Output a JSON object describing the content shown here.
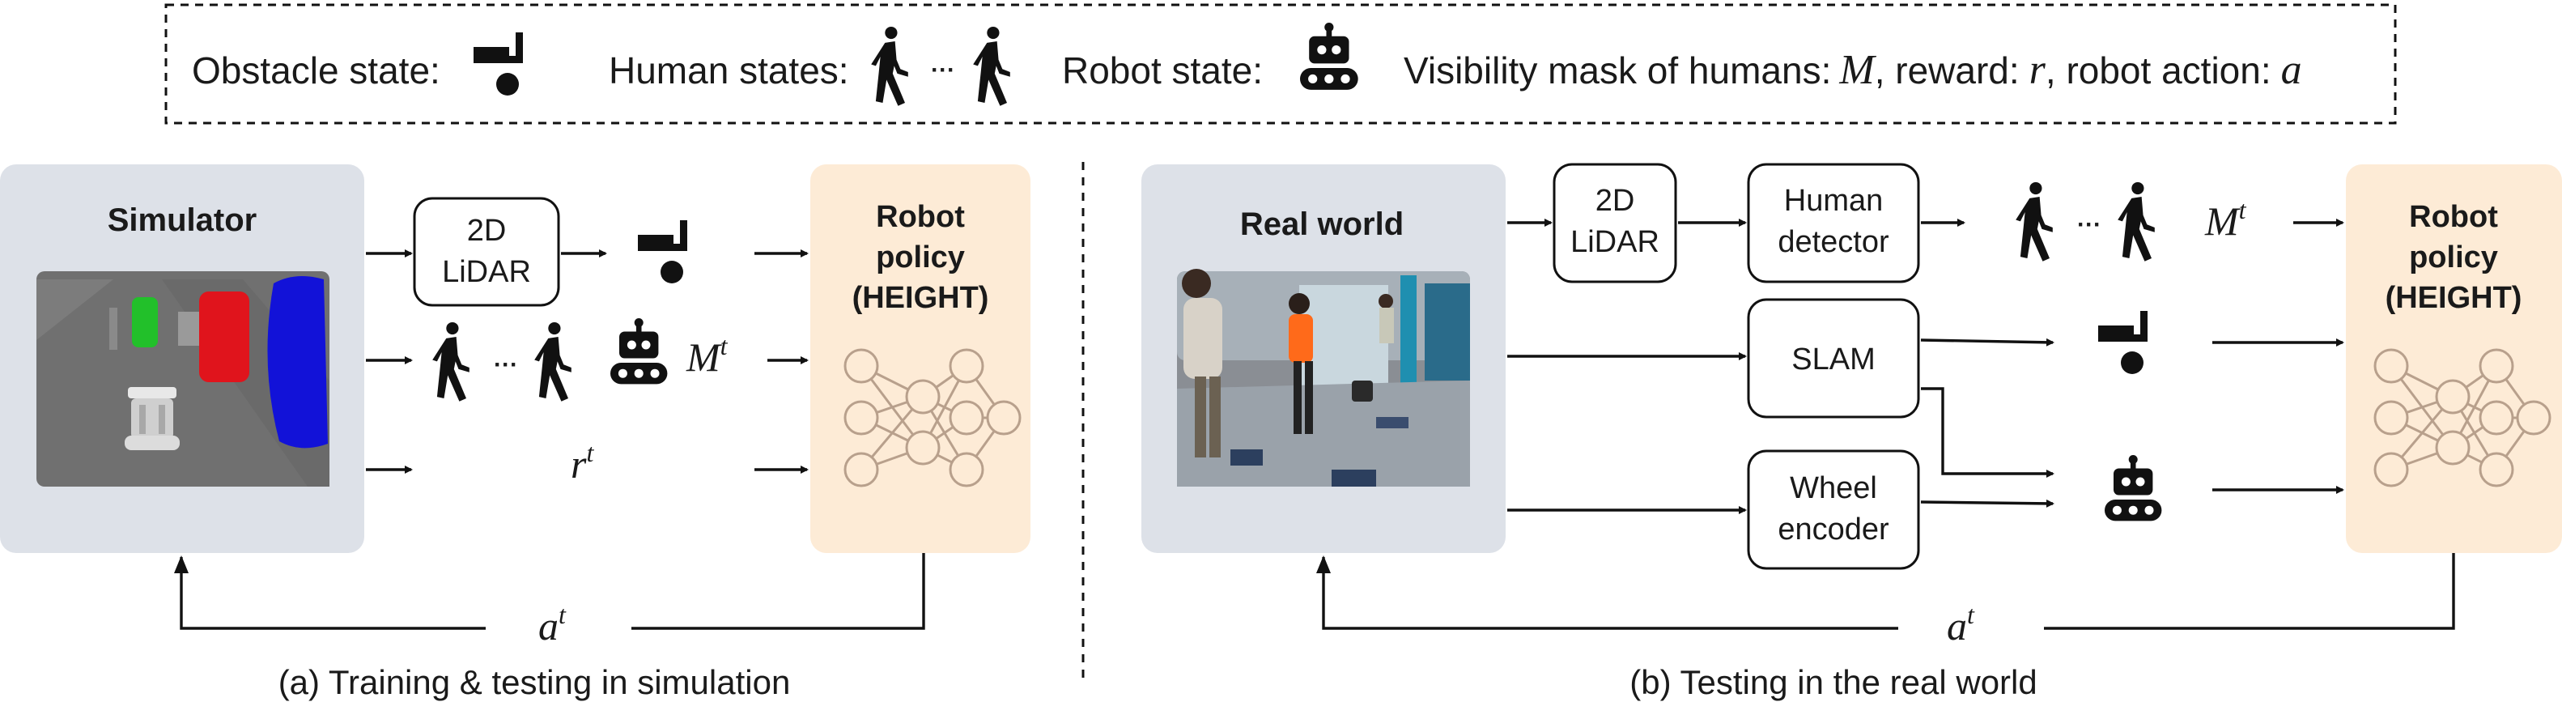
{
  "legend": {
    "obstacle_label": "Obstacle state:",
    "human_label": "Human states:",
    "robot_label": "Robot state:",
    "mask_prefix": "Visibility mask of humans:",
    "mask_symbol": "M",
    "reward_prefix": ", reward:",
    "reward_symbol": "r",
    "action_prefix": ", robot action:",
    "action_symbol": "a",
    "ellipsis": "···"
  },
  "left_panel": {
    "env_title": "Simulator",
    "sensor_line1": "2D",
    "sensor_line2": "LiDAR",
    "mask_symbol": "M",
    "mask_sup": "t",
    "reward_symbol": "r",
    "reward_sup": "t",
    "action_symbol": "a",
    "action_sup": "t",
    "policy_line1": "Robot",
    "policy_line2": "policy",
    "policy_line3": "(HEIGHT)",
    "caption": "(a) Training & testing in simulation"
  },
  "right_panel": {
    "env_title": "Real world",
    "sensor_line1": "2D",
    "sensor_line2": "LiDAR",
    "detector_line1": "Human",
    "detector_line2": "detector",
    "slam_label": "SLAM",
    "wheel_line1": "Wheel",
    "wheel_line2": "encoder",
    "mask_symbol": "M",
    "mask_sup": "t",
    "action_symbol": "a",
    "action_sup": "t",
    "policy_line1": "Robot",
    "policy_line2": "policy",
    "policy_line3": "(HEIGHT)",
    "caption": "(b) Testing in the real world"
  },
  "colors": {
    "env_panel": "#dde1e8",
    "policy_panel": "#fdebd6",
    "sim_floor": "#707070",
    "green_obstacle": "#22c02a",
    "red_obstacle": "#e0141c",
    "blue_obstacle": "#1212d8",
    "nn_stroke": "#b8a08c"
  },
  "icons": [
    "obstacle-icon",
    "pedestrian-icon",
    "robot-icon",
    "neural-network-icon"
  ]
}
